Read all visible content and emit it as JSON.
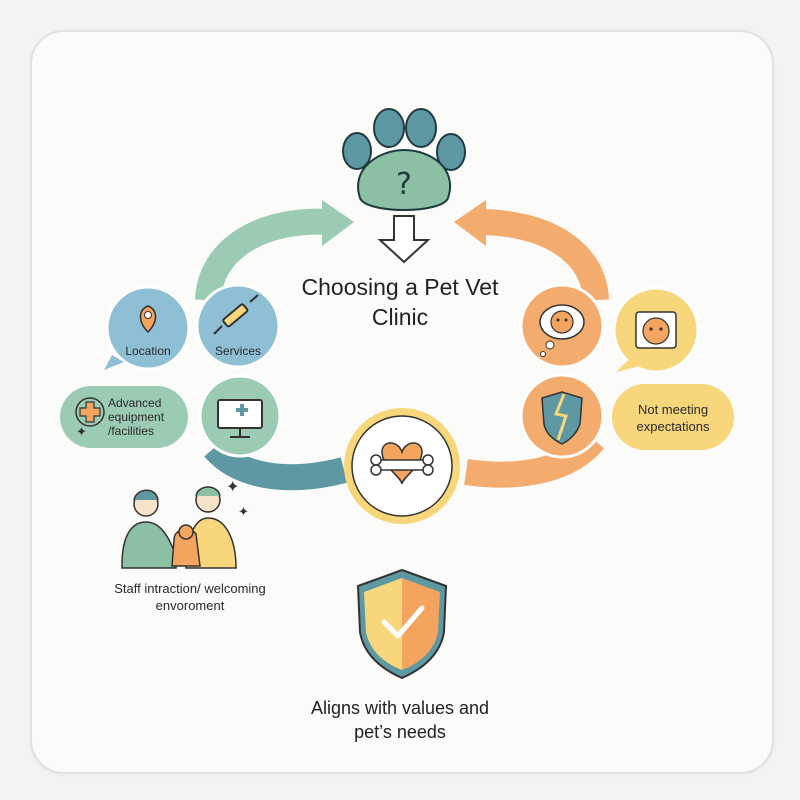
{
  "title": "Choosing a Pet Vet Clinic",
  "left_factors": {
    "location": "Location",
    "services": "Services",
    "advanced_equipment": "Advanced equipment /facilities",
    "staff": "Staff intraction/ welcoming envoroment"
  },
  "right_factors": {
    "not_meeting": "Not meeting expectations"
  },
  "outcome": "Aligns with values and pet’s needs",
  "colors": {
    "teal": "#5e98a3",
    "green": "#8cc0a4",
    "orange": "#f3a45e",
    "yellow": "#f7d67c",
    "blue_circle": "#8fbfd5"
  },
  "icons": [
    "paw-question-icon",
    "down-arrow-icon",
    "location-pin-icon",
    "syringe-icon",
    "medical-cross-icon",
    "monitor-icon",
    "worried-pet-icon",
    "pet-face-icon",
    "broken-shield-icon",
    "heart-bone-icon",
    "shield-check-icon",
    "sparkle-icon"
  ]
}
